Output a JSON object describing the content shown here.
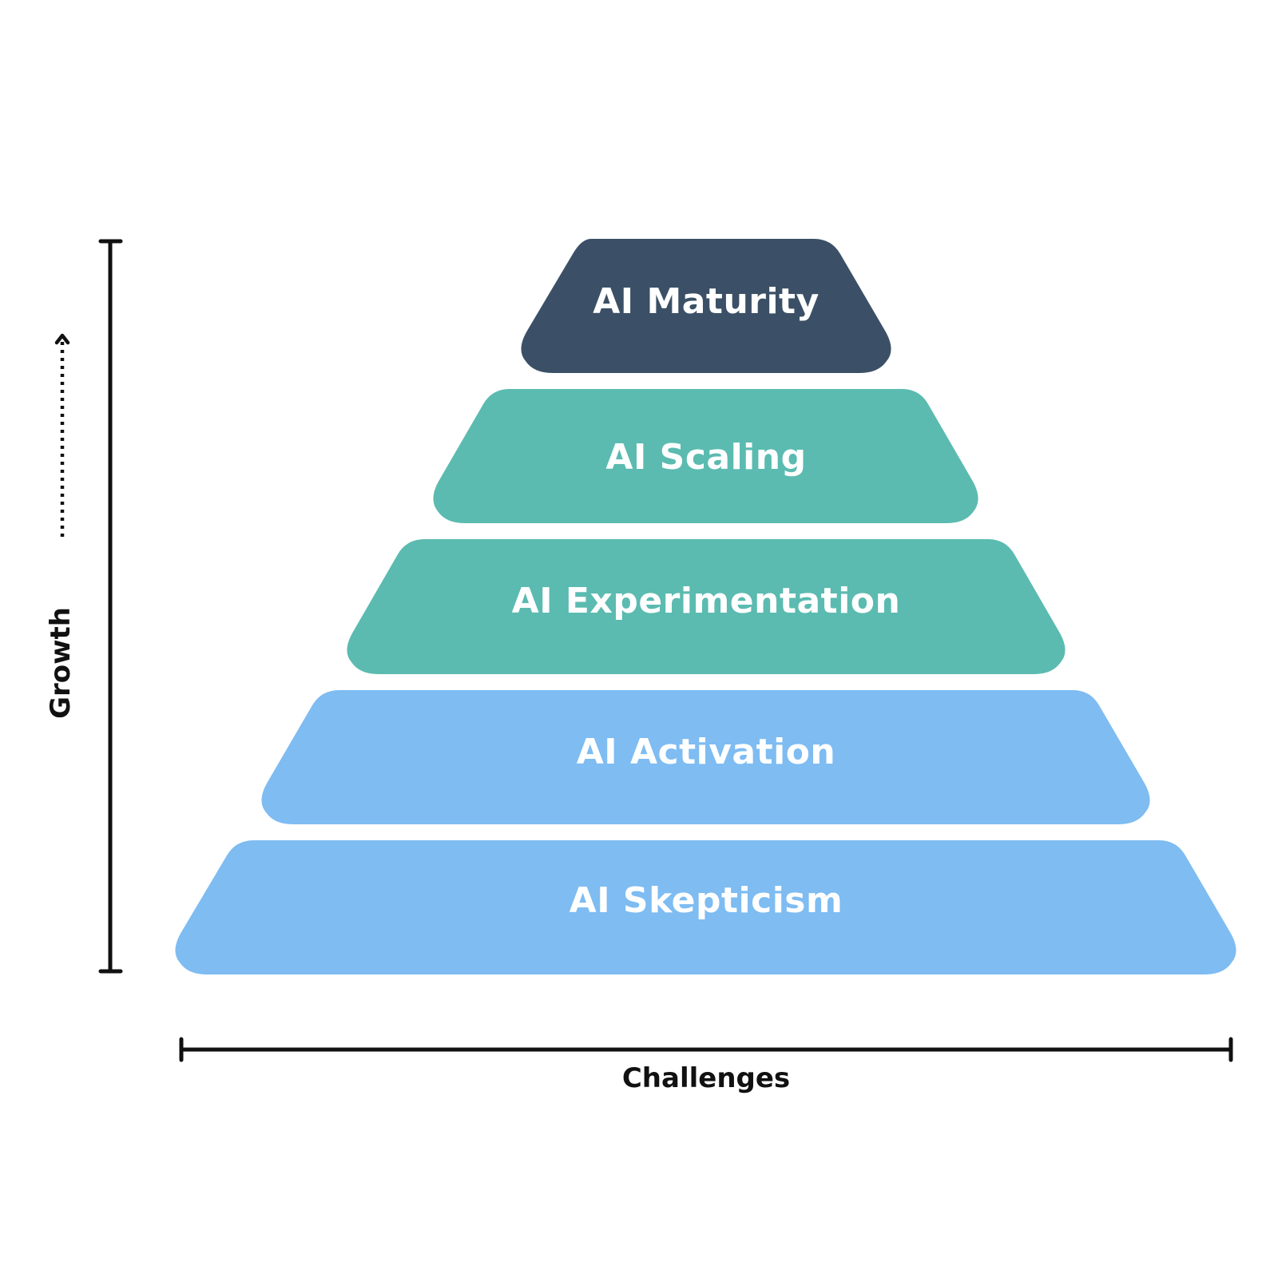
{
  "diagram": {
    "tiers": [
      {
        "label": "AI Maturity",
        "color": "#3b5066"
      },
      {
        "label": "AI Scaling",
        "color": "#5bbbb0"
      },
      {
        "label": "AI Experimentation",
        "color": "#5bbbb0"
      },
      {
        "label": "AI Activation",
        "color": "#7ebcf2"
      },
      {
        "label": "AI Skepticism",
        "color": "#7ebcf2"
      }
    ],
    "y_axis": {
      "label": "Growth"
    },
    "x_axis": {
      "label": "Challenges"
    },
    "axis_color": "#111111"
  }
}
